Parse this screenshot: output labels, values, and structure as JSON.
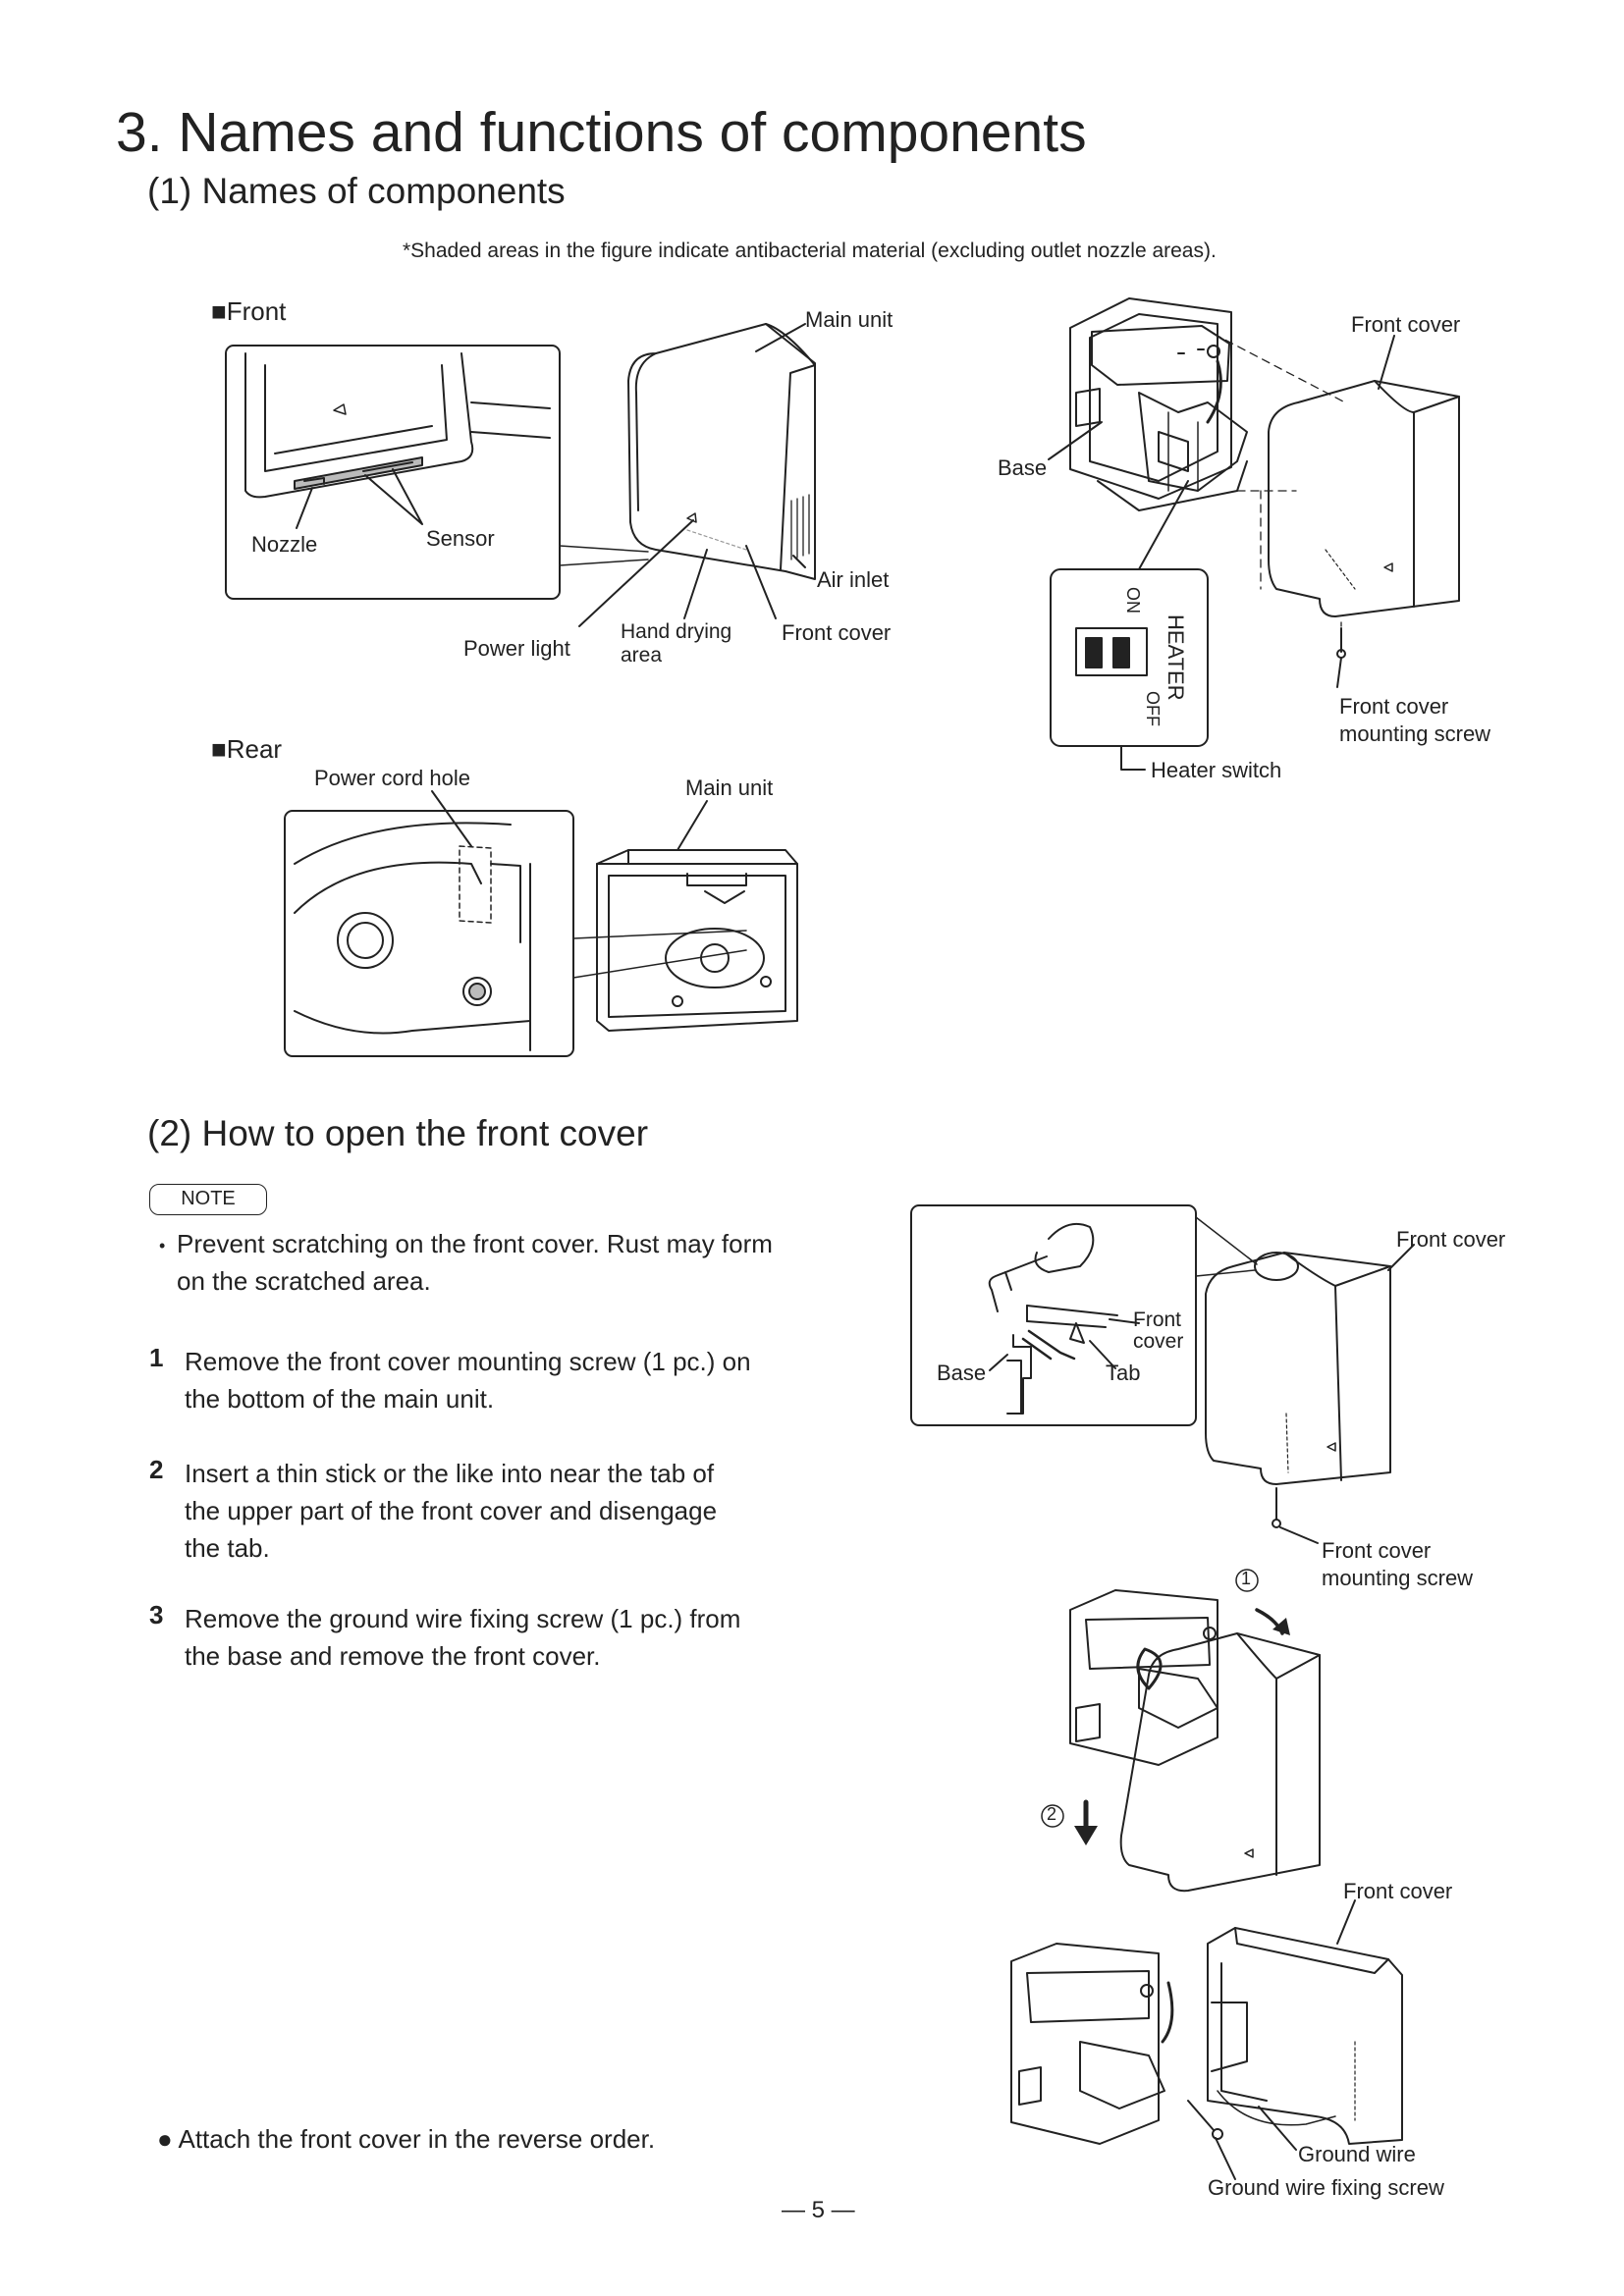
{
  "heading": "3. Names and functions of components",
  "sub1": "(1) Names of components",
  "shaded_note": "*Shaded areas in the figure indicate antibacterial material (excluding outlet nozzle areas).",
  "front_label": "■Front",
  "rear_label": "■Rear",
  "labels": {
    "main_unit": "Main unit",
    "nozzle": "Nozzle",
    "sensor": "Sensor",
    "air_inlet": "Air inlet",
    "power_light": "Power light",
    "hand_drying_1": "Hand drying",
    "hand_drying_2": "area",
    "front_cover": "Front cover",
    "base": "Base",
    "heater_on": "ON",
    "heater": "HEATER",
    "heater_off": "OFF",
    "heater_switch": "Heater switch",
    "mounting_screw_1": "Front cover",
    "mounting_screw_2": "mounting screw",
    "power_cord_hole": "Power cord hole",
    "main_unit_rear": "Main unit"
  },
  "sub2": "(2) How to open the front cover",
  "note_badge": "NOTE",
  "note_bullet": "•",
  "note_line1": "Prevent scratching on the front cover. Rust may form",
  "note_line2": "on the scratched area.",
  "steps": [
    {
      "num": "1",
      "line1": "Remove the front cover mounting screw (1 pc.) on",
      "line2": "the bottom of the main unit.",
      "line3": ""
    },
    {
      "num": "2",
      "line1": "Insert a thin stick or the like into near the tab of",
      "line2": "the upper part of the front cover and disengage",
      "line3": "the tab."
    },
    {
      "num": "3",
      "line1": "Remove the ground wire fixing screw (1 pc.) from",
      "line2": "the base and remove the front cover.",
      "line3": ""
    }
  ],
  "fig2_labels": {
    "front_cover_top": "Front cover",
    "front_1": "Front",
    "cover_1": "cover",
    "base": "Base",
    "tab": "Tab",
    "circle_1": "1",
    "circle_2": "2",
    "mount_screw_1": "Front cover",
    "mount_screw_2": "mounting screw",
    "front_cover_bottom": "Front cover",
    "ground_wire": "Ground wire",
    "ground_wire_screw": "Ground wire fixing screw"
  },
  "reverse_note": "●  Attach the front cover in the reverse order.",
  "page_number": "— 5 —"
}
